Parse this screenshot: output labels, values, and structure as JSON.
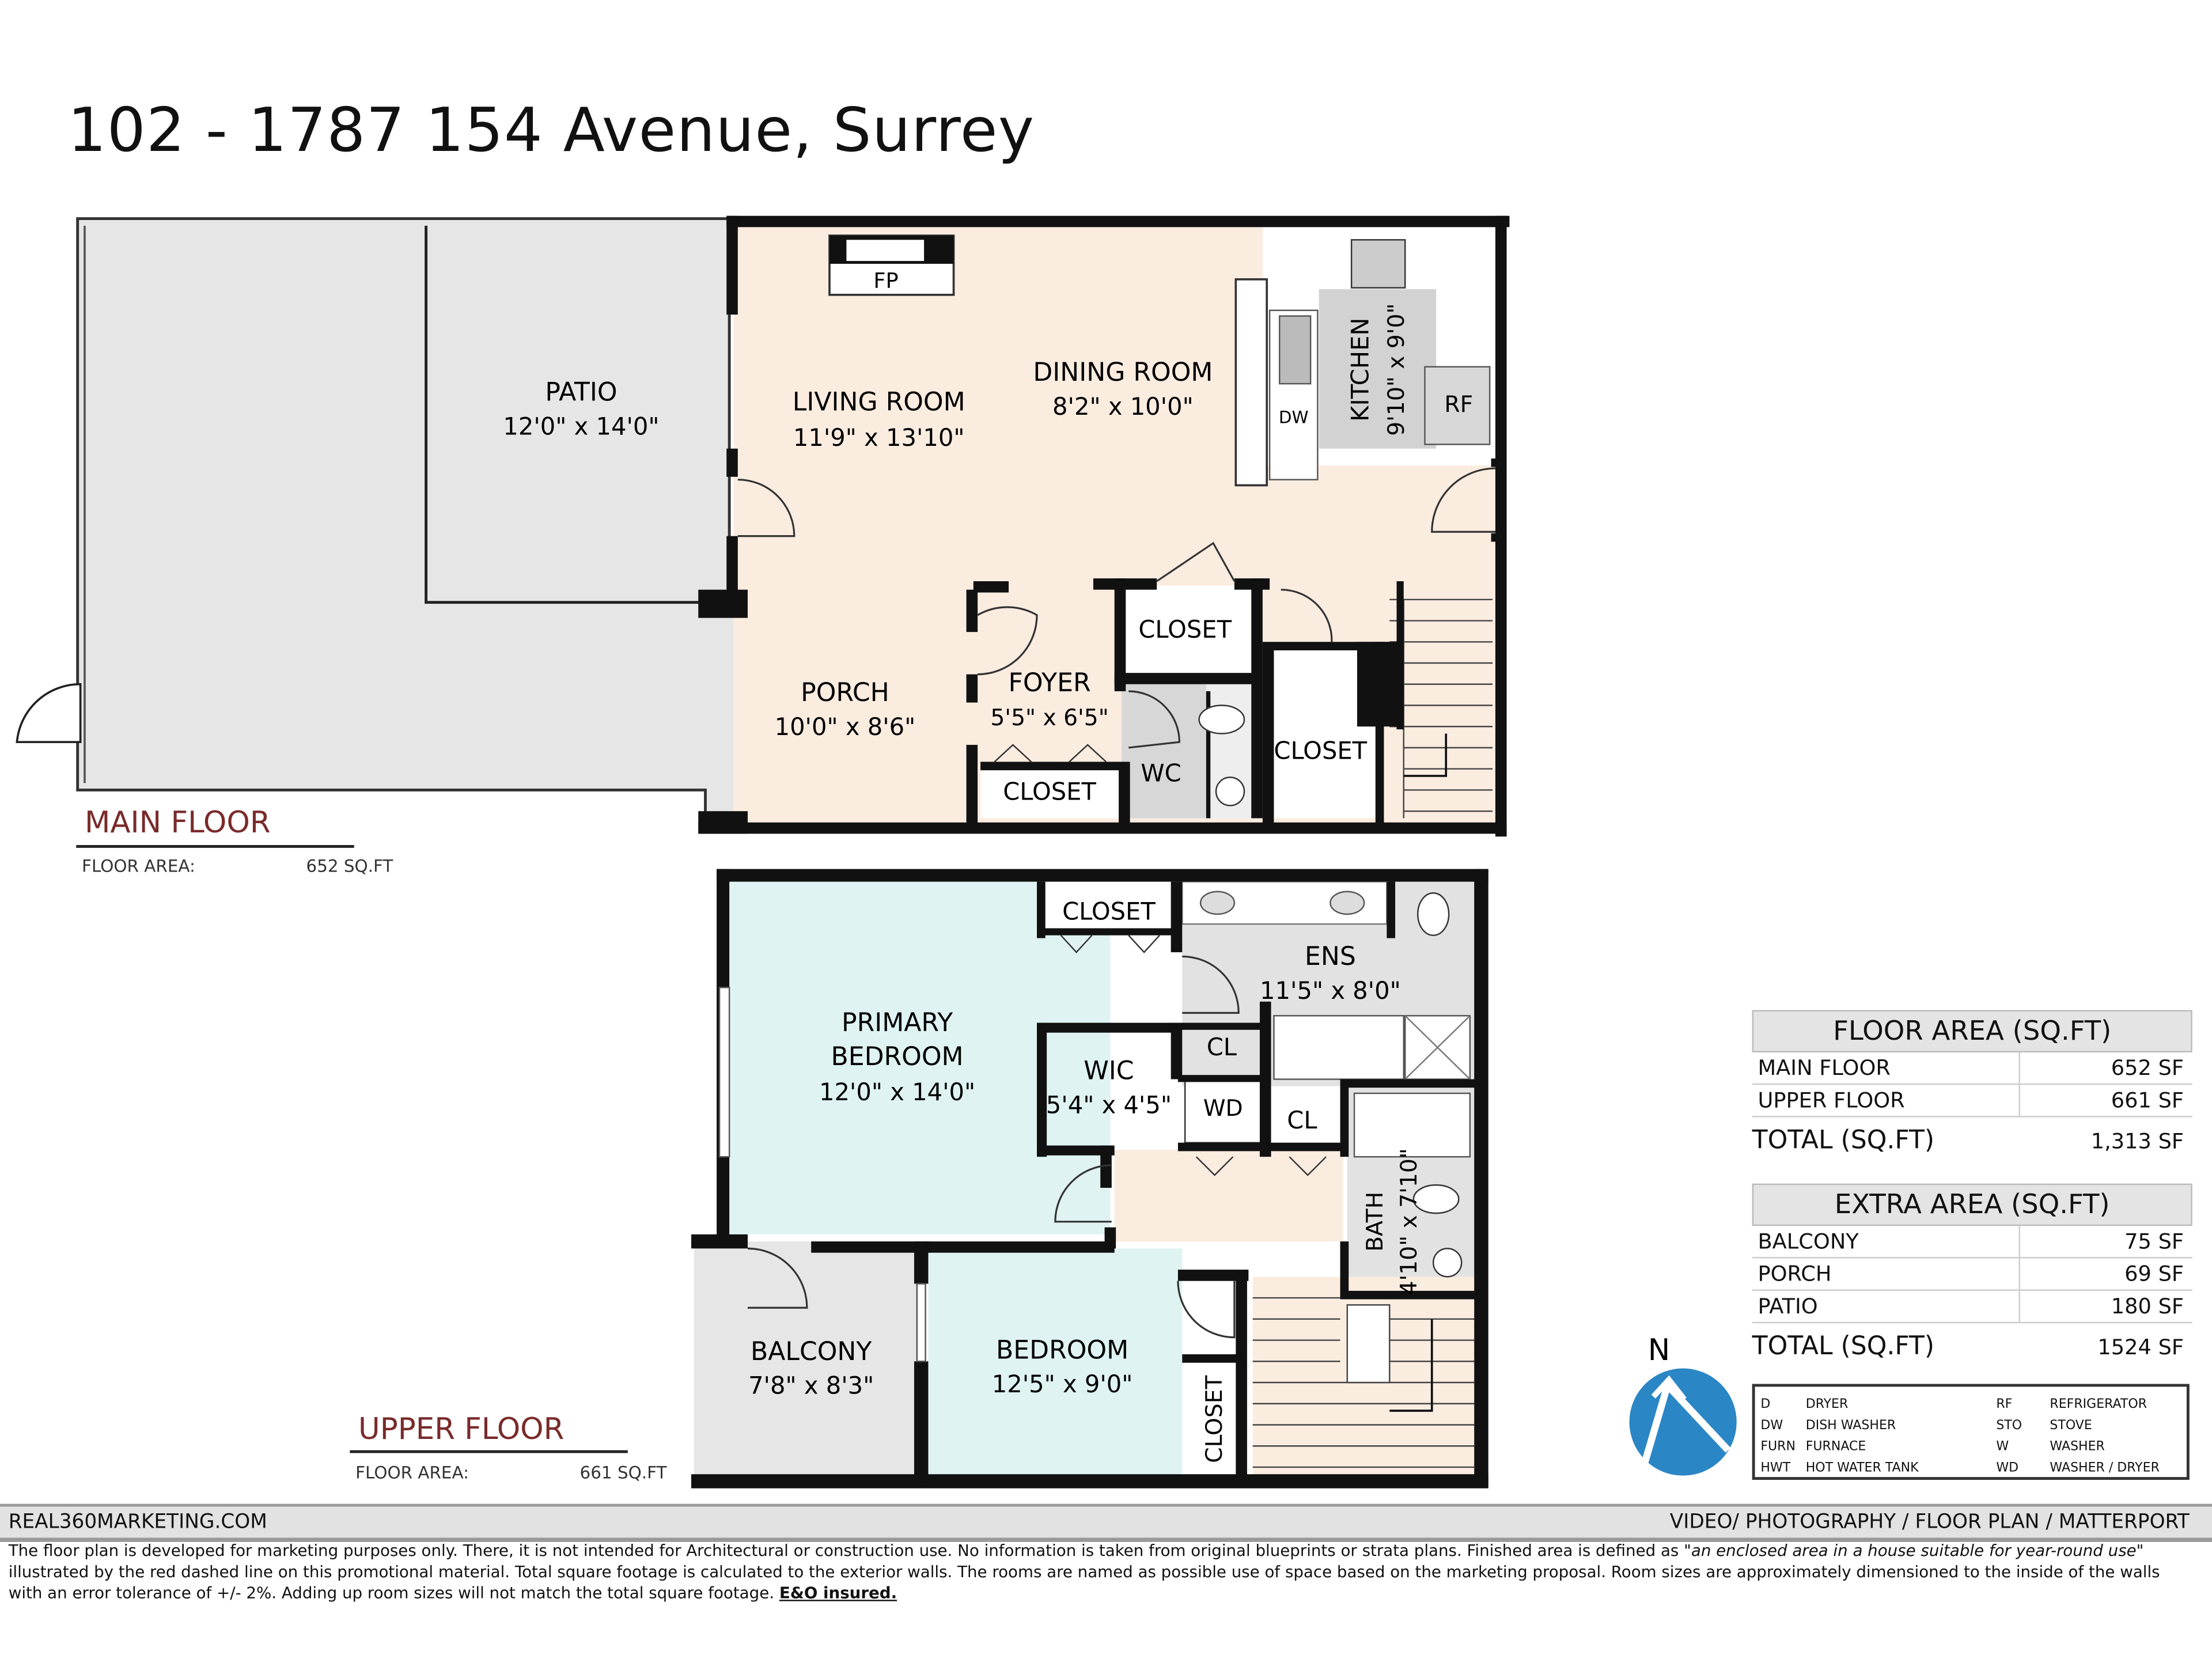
{
  "title": "102 - 1787 154 Avenue, Surrey",
  "main_floor": {
    "label": "MAIN FLOOR",
    "area_label": "FLOOR AREA:",
    "area_value": "652 SQ.FT",
    "rooms": {
      "patio": {
        "name": "PATIO",
        "size": "12'0\" x 14'0\""
      },
      "living": {
        "name": "LIVING ROOM",
        "size": "11'9\" x 13'10\""
      },
      "dining": {
        "name": "DINING ROOM",
        "size": "8'2\" x 10'0\""
      },
      "kitchen": {
        "name": "KITCHEN",
        "size": "9'10\" x 9'0\""
      },
      "porch": {
        "name": "PORCH",
        "size": "10'0\" x 8'6\""
      },
      "foyer": {
        "name": "FOYER",
        "size": "5'5\" x 6'5\""
      },
      "closet1": "CLOSET",
      "closet2": "CLOSET",
      "closet3": "CLOSET",
      "wc": "WC",
      "fp": "FP",
      "dw": "DW",
      "rf": "RF"
    }
  },
  "upper_floor": {
    "label": "UPPER FLOOR",
    "area_label": "FLOOR AREA:",
    "area_value": "661 SQ.FT",
    "rooms": {
      "primary": {
        "name1": "PRIMARY",
        "name2": "BEDROOM",
        "size": "12'0\" x 14'0\""
      },
      "ens": {
        "name": "ENS",
        "size": "11'5\" x 8'0\""
      },
      "wic": {
        "name": "WIC",
        "size": "5'4\" x 4'5\""
      },
      "bath": {
        "name": "BATH",
        "size": "4'10\" x 7'10\""
      },
      "balcony": {
        "name": "BALCONY",
        "size": "7'8\" x 8'3\""
      },
      "bedroom": {
        "name": "BEDROOM",
        "size": "12'5\" x 9'0\""
      },
      "closet1": "CLOSET",
      "closet2": "CLOSET",
      "cl1": "CL",
      "cl2": "CL",
      "wd": "WD"
    }
  },
  "floor_area_table": {
    "header": "FLOOR AREA (SQ.FT)",
    "rows": [
      {
        "label": "MAIN FLOOR",
        "value": "652 SF"
      },
      {
        "label": "UPPER FLOOR",
        "value": "661 SF"
      }
    ],
    "total_label": "TOTAL (SQ.FT)",
    "total_value": "1,313 SF"
  },
  "extra_area_table": {
    "header": "EXTRA AREA (SQ.FT)",
    "rows": [
      {
        "label": "BALCONY",
        "value": "75 SF"
      },
      {
        "label": "PORCH",
        "value": "69 SF"
      },
      {
        "label": "PATIO",
        "value": "180 SF"
      }
    ],
    "total_label": "TOTAL (SQ.FT)",
    "total_value": "1524 SF"
  },
  "compass": {
    "label": "N",
    "color": "#2b86c5"
  },
  "legend": [
    {
      "a": "D",
      "b": "DRYER",
      "c": "RF",
      "d": "REFRIGERATOR"
    },
    {
      "a": "DW",
      "b": "DISH WASHER",
      "c": "STO",
      "d": "STOVE"
    },
    {
      "a": "FURN",
      "b": "FURNACE",
      "c": "W",
      "d": "WASHER"
    },
    {
      "a": "HWT",
      "b": "HOT WATER TANK",
      "c": "WD",
      "d": "WASHER / DRYER"
    }
  ],
  "footer": {
    "left": "REAL360MARKETING.COM",
    "right": "VIDEO/ PHOTOGRAPHY / FLOOR PLAN / MATTERPORT"
  },
  "disclaimer": {
    "text1": "The floor plan is developed for marketing purposes only. There, it is not intended for Architectural or construction use. No information is  taken from original blueprints or strata plans. Finished area is defined as ",
    "quote": "\"an enclosed area in a house suitable for year-round use\"",
    "text2": " illustrated by the red dashed line on this promotional material. Total square footage is calculated to the exterior walls. The rooms are named as possible use of space based on the marketing proposal. Room sizes are approximately dimensioned to the inside of the walls with an error tolerance of +/- 2%. Adding up room sizes will not match the total square footage. ",
    "bold": "E&O insured."
  },
  "colors": {
    "cream": "#fbece0",
    "blue": "#dff3f3",
    "gray": "#e6e6e6",
    "label_red": "#7a2a2a"
  }
}
